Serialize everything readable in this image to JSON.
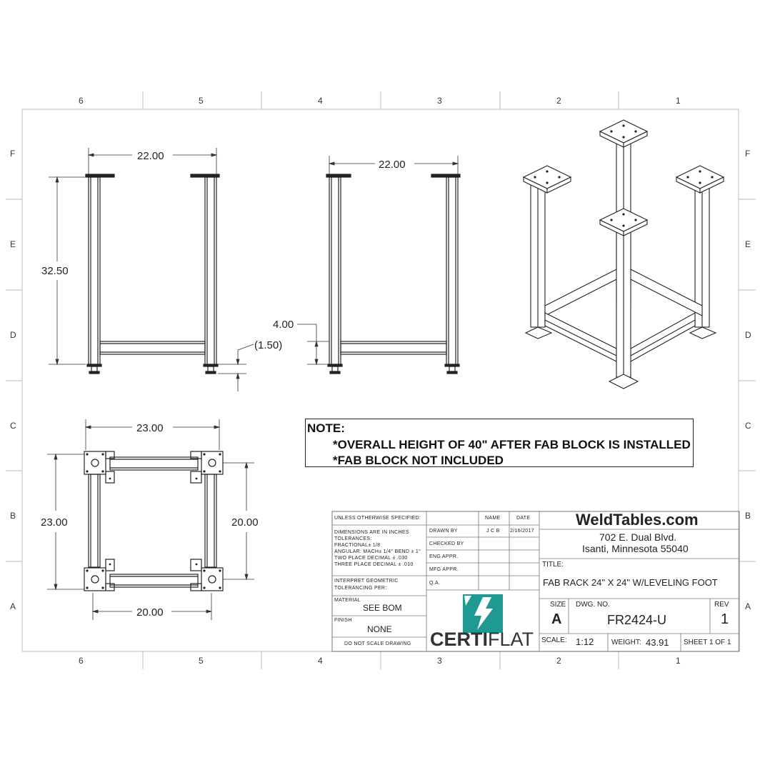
{
  "zones": {
    "columns": [
      "6",
      "5",
      "4",
      "3",
      "2",
      "1"
    ],
    "rows": [
      "F",
      "E",
      "D",
      "C",
      "B",
      "A"
    ]
  },
  "dimensions": {
    "front_width": "22.00",
    "front_height": "32.50",
    "side_width": "22.00",
    "side_rail_height": "4.00",
    "foot_adjust": "(1.50)",
    "top_width_outer": "23.00",
    "top_depth_outer": "23.00",
    "top_depth_inner": "20.00",
    "top_width_inner": "20.00"
  },
  "note": {
    "header": "NOTE:",
    "line1": "*OVERALL HEIGHT OF 40\"  AFTER FAB BLOCK IS INSTALLED",
    "line2": "*FAB BLOCK NOT INCLUDED"
  },
  "title_block": {
    "unless": "UNLESS OTHERWISE SPECIFIED:",
    "dims_in_inches": "DIMENSIONS ARE IN INCHES",
    "tolerances": "TOLERANCES:",
    "fractional": "FRACTIONAL± 1/8",
    "angular": "ANGULAR: MACH± 1/4°  BEND ± 1°",
    "two_place": "TWO PLACE DECIMAL    ± .030",
    "three_place": "THREE PLACE DECIMAL   ± .010",
    "interpret1": "INTERPRET GEOMETRIC",
    "interpret2": "TOLERANCING PER:",
    "material_label": "MATERIAL",
    "material_value": "SEE BOM",
    "finish_label": "FINISH",
    "finish_value": "NONE",
    "do_not_scale": "DO NOT SCALE DRAWING",
    "col_name": "NAME",
    "col_date": "DATE",
    "drawn_by": "DRAWN BY",
    "drawn_name": "J C B",
    "drawn_date": "2/16/2017",
    "checked_by": "CHECKED BY",
    "eng_appr": "ENG APPR.",
    "mfg_appr": "MFG APPR.",
    "qa": "Q.A.",
    "company": "WeldTables.com",
    "address1": "702 E. Dual Blvd.",
    "address2": "Isanti, Minnesota 55040",
    "title_label": "TITLE:",
    "title_value": "FAB RACK 24\" X 24\" W/LEVELING FOOT",
    "size_label": "SIZE",
    "size_value": "A",
    "dwg_label": "DWG.  NO.",
    "dwg_value": "FR2424-U",
    "rev_label": "REV",
    "rev_value": "1",
    "scale_label": "SCALE:",
    "scale_value": "1:12",
    "weight_label": "WEIGHT:",
    "weight_value": "43.91",
    "sheet": "SHEET 1 OF 1",
    "logo_text_a": "CERTI",
    "logo_text_b": "FLAT",
    "logo_color": "#1e9a93"
  }
}
